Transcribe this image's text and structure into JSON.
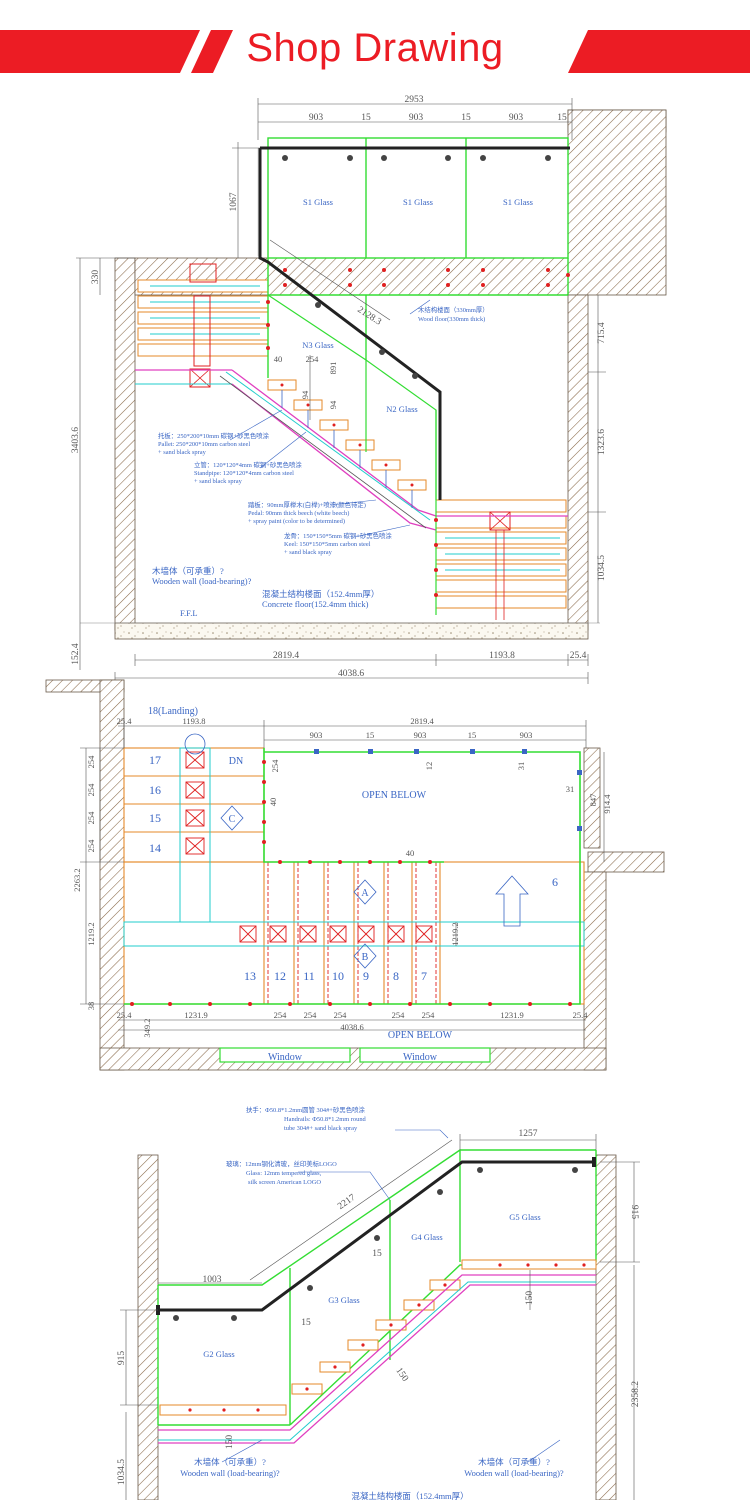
{
  "title": "Shop Drawing",
  "colors": {
    "accent": "#ec1c24",
    "glass": "#33dd33",
    "blue": "#3a66c4",
    "tread": "#e58a2a",
    "magenta": "#e040c0",
    "dim": "#555555"
  },
  "elevation": {
    "dims": {
      "top_total": "2953",
      "seg1": "903",
      "gap1": "15",
      "seg2": "903",
      "gap2": "15",
      "seg3": "903",
      "gap3": "15",
      "h_1067": "1067",
      "h_330": "330",
      "h_3403": "3403.6",
      "h_152": "152.4",
      "h_715": "715.4",
      "h_1323": "1323.6",
      "h_1034": "1034.5",
      "diag": "2128.3",
      "d40": "40",
      "d254": "254",
      "d891": "891",
      "d94a": "94",
      "d94b": "94",
      "b_2819": "2819.4",
      "b_1193": "1193.8",
      "b_25": "25.4",
      "b_4038": "4038.6"
    },
    "labels": {
      "s1a": "S1 Glass",
      "s1b": "S1 Glass",
      "s1c": "S1 Glass",
      "n3": "N3 Glass",
      "n2": "N2 Glass",
      "ffl": "F.F.L"
    },
    "notes": {
      "wood_cn": "木结构楼面（330mm厚）",
      "wood_en": "Wood floor(330mm thick)",
      "pallet_cn": "托板：250*200*10mm 碳钢+砂黑色喷涂",
      "pallet_en1": "Pallet: 250*200*10mm carbon steel",
      "pallet_en2": "+ sand black spray",
      "stand_cn": "立管：120*120*4mm 碳钢+砂黑色喷涂",
      "stand_en1": "Standpipe: 120*120*4mm carbon steel",
      "stand_en2": "+ sand black spray",
      "pedal_cn": "踏板：90mm厚榉木(白榉)+喷漆(颜色待定)",
      "pedal_en1": "Pedal: 90mm thick beech (white beech)",
      "pedal_en2": "+ spray paint (color to be determined)",
      "keel_cn": "龙骨：150*150*5mm 碳钢+砂黑色喷涂",
      "keel_en1": "Keel: 150*150*5mm carbon steel",
      "keel_en2": "+ sand black spray",
      "wall_cn": "木墙体（可承重）?",
      "wall_en": "Wooden wall (load-bearing)?",
      "conc_cn": "混凝土结构楼面（152.4mm厚）",
      "conc_en": "Concrete floor(152.4mm thick)"
    }
  },
  "plan": {
    "landing": "18(Landing)",
    "dims": {
      "t_25": "25.4",
      "t_1193": "1193.8",
      "t_2819": "2819.4",
      "s903a": "903",
      "s15a": "15",
      "s903b": "903",
      "s15b": "15",
      "s903c": "903",
      "v254a": "254",
      "v254b": "254",
      "v254c": "254",
      "v254d": "254",
      "v2263": "2263.2",
      "v1219": "1219.2",
      "v38": "38",
      "in254": "254",
      "in40": "40",
      "in12": "12",
      "in31": "31",
      "in31b": "31",
      "r847": "847",
      "r914": "914.4",
      "l40b": "40",
      "c1219": "1219.2",
      "b_25": "25.4",
      "b_1231": "1231.9",
      "b254a": "254",
      "b254b": "254",
      "b254c": "254",
      "b254d": "254",
      "b254e": "254",
      "b_1231b": "1231.9",
      "b_25b": "25.4",
      "b_4038": "4038.6",
      "b_349": "349.2"
    },
    "steps": [
      "17",
      "16",
      "15",
      "14",
      "13",
      "12",
      "11",
      "10",
      "9",
      "8",
      "7",
      "6"
    ],
    "dn": "DN",
    "open1": "OPEN BELOW",
    "open2": "OPEN BELOW",
    "markers": {
      "a": "A",
      "b": "B",
      "c": "C"
    },
    "window1": "Window",
    "window2": "Window"
  },
  "section": {
    "dims": {
      "d1257": "1257",
      "d915": "915",
      "d2217": "2217",
      "d15a": "15",
      "d1003": "1003",
      "d15b": "15",
      "d150a": "150",
      "d150b": "150",
      "d915b": "915",
      "d150c": "150",
      "d2358": "2358.2",
      "d1034": "1034.5"
    },
    "labels": {
      "g5": "G5 Glass",
      "g4": "G4 Glass",
      "g3": "G3 Glass",
      "g2": "G2 Glass"
    },
    "notes": {
      "hand_cn": "扶手：Φ50.8*1.2mm圆管 304#+砂黑色喷涂",
      "hand_en1": "Handrails: Φ50.8*1.2mm round",
      "hand_en2": "tube 304#+ sand black spray",
      "glass_cn": "玻璃：12mm钢化清玻，丝印美标LOGO",
      "glass_en1": "Glass: 12mm tempered glass,",
      "glass_en2": "silk screen American LOGO",
      "wall1_cn": "木墙体（可承重）?",
      "wall1_en": "Wooden wall (load-bearing)?",
      "wall2_cn": "木墙体（可承重）?",
      "wall2_en": "Wooden wall (load-bearing)?",
      "conc": "混凝土结构楼面（152.4mm厚）"
    }
  }
}
